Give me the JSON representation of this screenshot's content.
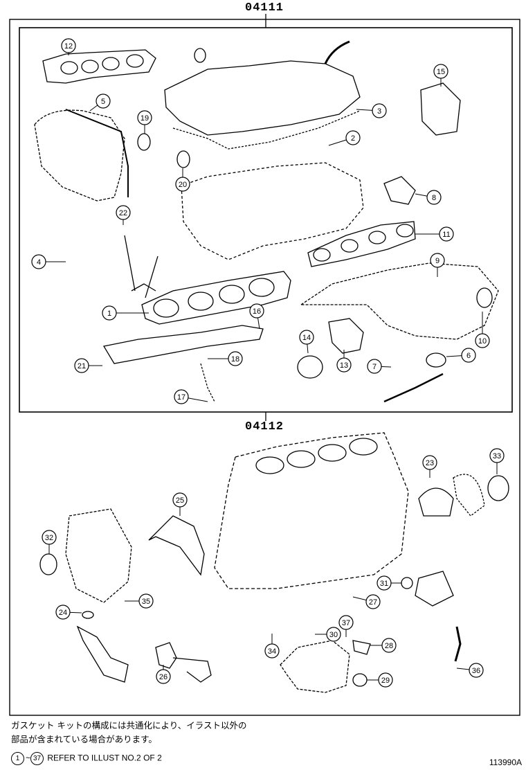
{
  "groups": [
    {
      "id": "upper",
      "label": "04111"
    },
    {
      "id": "lower",
      "label": "04112"
    }
  ],
  "callouts": [
    "1",
    "2",
    "3",
    "4",
    "5",
    "6",
    "7",
    "8",
    "9",
    "10",
    "11",
    "12",
    "13",
    "14",
    "15",
    "16",
    "17",
    "18",
    "19",
    "20",
    "21",
    "22",
    "23",
    "24",
    "25",
    "26",
    "27",
    "28",
    "29",
    "30",
    "31",
    "32",
    "33",
    "34",
    "35",
    "36",
    "37"
  ],
  "note": {
    "line1": "ガスケット キットの構成には共通化により、イラスト以外の",
    "line2": "部品が含まれている場合があります。"
  },
  "reference": {
    "range_start": "1",
    "tilde": "~",
    "range_end": "37",
    "text": "REFER TO ILLUST NO.2 OF 2"
  },
  "illustration_code": "113990A"
}
